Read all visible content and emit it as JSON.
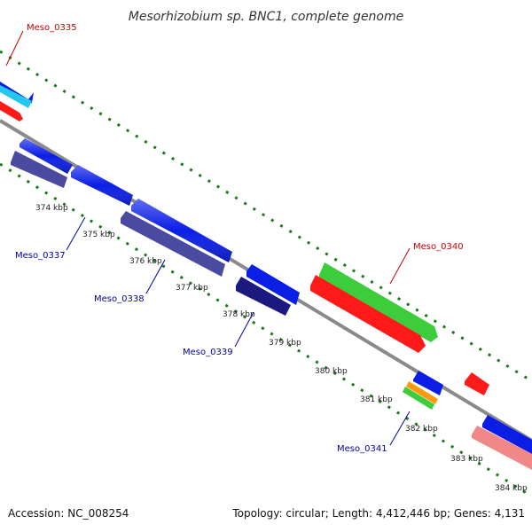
{
  "title": "Mesorhizobium sp. BNC1, complete genome",
  "footer": {
    "accession": "Accession: NC_008254",
    "summary": "Topology: circular; Length: 4,412,446 bp; Genes: 4,131"
  },
  "ticks": [
    {
      "label": "374 kbp"
    },
    {
      "label": "375 kbp"
    },
    {
      "label": "376 kbp"
    },
    {
      "label": "377 kbp"
    },
    {
      "label": "378 kbp"
    },
    {
      "label": "379 kbp"
    },
    {
      "label": "380 kbp"
    },
    {
      "label": "381 kbp"
    },
    {
      "label": "382 kbp"
    },
    {
      "label": "383 kbp"
    },
    {
      "label": "384 kbp"
    }
  ],
  "gene_labels": [
    {
      "text": "Meso_0335",
      "color": "#cc0000"
    },
    {
      "text": "Meso_0337",
      "color": "#0000aa"
    },
    {
      "text": "Meso_0338",
      "color": "#0000aa"
    },
    {
      "text": "Meso_0339",
      "color": "#0000aa"
    },
    {
      "text": "Meso_0340",
      "color": "#cc0000"
    },
    {
      "text": "Meso_0341",
      "color": "#0000aa"
    }
  ],
  "colors": {
    "cds": "#0a1ee6",
    "trna": "#ff1a1a",
    "rrna": "#3ccc3c",
    "misc": "#4a4aa0",
    "pseudo": "#1a1a80",
    "cyan": "#22c8f0",
    "orange": "#ff9a10",
    "pink": "#f08888",
    "backbone": "#808080",
    "gc_dots": "#1a7a1a"
  }
}
